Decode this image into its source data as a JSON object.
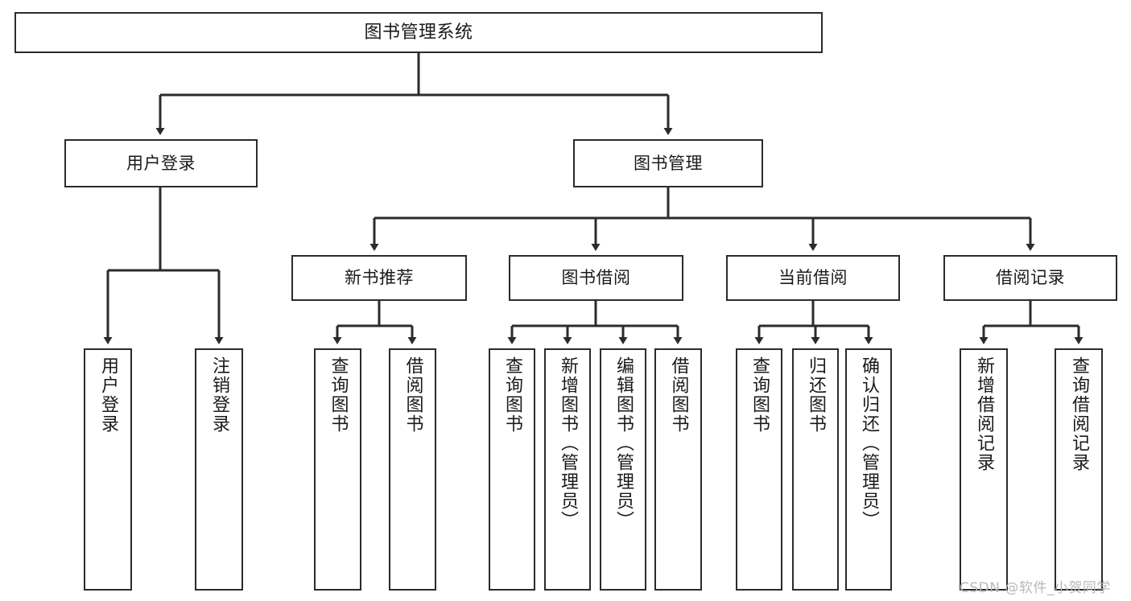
{
  "diagram": {
    "title": "图书管理系统",
    "type": "hierarchy-tree",
    "levels": 3,
    "root": {
      "label": "图书管理系统"
    },
    "level2": [
      {
        "label": "用户登录"
      },
      {
        "label": "图书管理"
      }
    ],
    "level3": [
      {
        "label": "新书推荐"
      },
      {
        "label": "图书借阅"
      },
      {
        "label": "当前借阅"
      },
      {
        "label": "借阅记录"
      }
    ],
    "leaves": {
      "user_login": [
        {
          "label": "用户登录"
        },
        {
          "label": "注销登录"
        }
      ],
      "new_book_recommend": [
        {
          "label": "查询图书"
        },
        {
          "label": "借阅图书"
        }
      ],
      "book_borrow": [
        {
          "label": "查询图书"
        },
        {
          "label": "新增图书（管理员）"
        },
        {
          "label": "编辑图书（管理员）"
        },
        {
          "label": "借阅图书"
        }
      ],
      "current_borrow": [
        {
          "label": "查询图书"
        },
        {
          "label": "归还图书"
        },
        {
          "label": "确认归还（管理员）"
        }
      ],
      "borrow_record": [
        {
          "label": "新增借阅记录"
        },
        {
          "label": "查询借阅记录"
        }
      ]
    }
  },
  "watermark": {
    "text": "CSDN @软件_小贺同学"
  },
  "colors": {
    "border": "#2b2b2b",
    "background": "#ffffff",
    "text": "#1a1a1a",
    "watermark": "#b9b9b9"
  }
}
